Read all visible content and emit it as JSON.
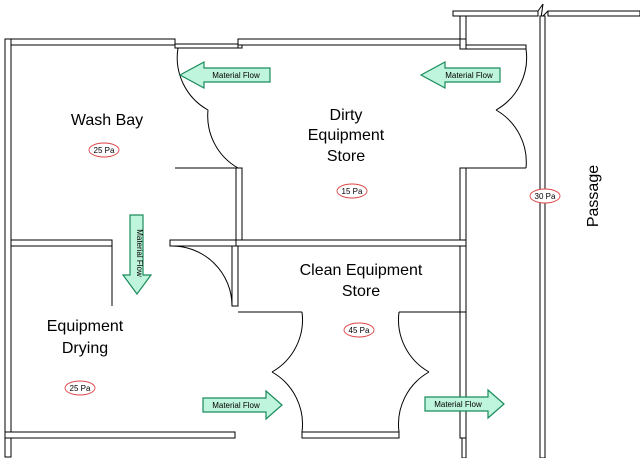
{
  "rooms": {
    "wash_bay": "Wash Bay",
    "dirty_store": [
      "Dirty",
      "Equipment",
      "Store"
    ],
    "clean_store": [
      "Clean Equipment",
      "Store"
    ],
    "drying": [
      "Equipment",
      "Drying"
    ],
    "passage": "Passage"
  },
  "pressures": {
    "wash_bay": "25 Pa",
    "dirty_store": "15 Pa",
    "passage": "30 Pa",
    "clean_store": "45 Pa",
    "drying": "25 Pa"
  },
  "flow_label": "Material Flow",
  "colors": {
    "arrow_fill": "#bff5dc",
    "arrow_stroke": "#1a8a5c",
    "badge_stroke": "#dd4444"
  }
}
